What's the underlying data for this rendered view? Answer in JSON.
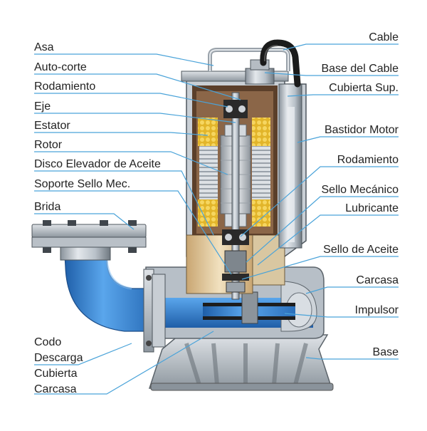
{
  "labels": {
    "asa": "Asa",
    "auto_corte": "Auto-corte",
    "rodamiento_top": "Rodamiento",
    "eje": "Eje",
    "estator": "Estator",
    "rotor": "Rotor",
    "disco": "Disco Elevador de Aceite",
    "soporte": "Soporte Sello Mec.",
    "brida": "Brida",
    "codo_1": "Codo",
    "codo_2": "Descarga",
    "cubierta_1": "Cubierta",
    "cubierta_2": "Carcasa",
    "cable": "Cable",
    "base_cable": "Base del Cable",
    "cubierta_sup": "Cubierta Sup.",
    "bastidor": "Bastidor Motor",
    "rodamiento_right": "Rodamiento",
    "sello_mec": "Sello Mecánico",
    "lubricante": "Lubricante",
    "sello_aceite": "Sello de Aceite",
    "carcasa": "Carcasa",
    "impulsor": "Impulsor",
    "base": "Base"
  },
  "colors": {
    "leader_line": "#4aa3d9",
    "pump_blue": "#3f8ad6",
    "steel": "#c5ccd3",
    "oil": "#e8d3a8",
    "stator_yellow": "#e7c23a",
    "cable_black": "#1b1b1b"
  }
}
